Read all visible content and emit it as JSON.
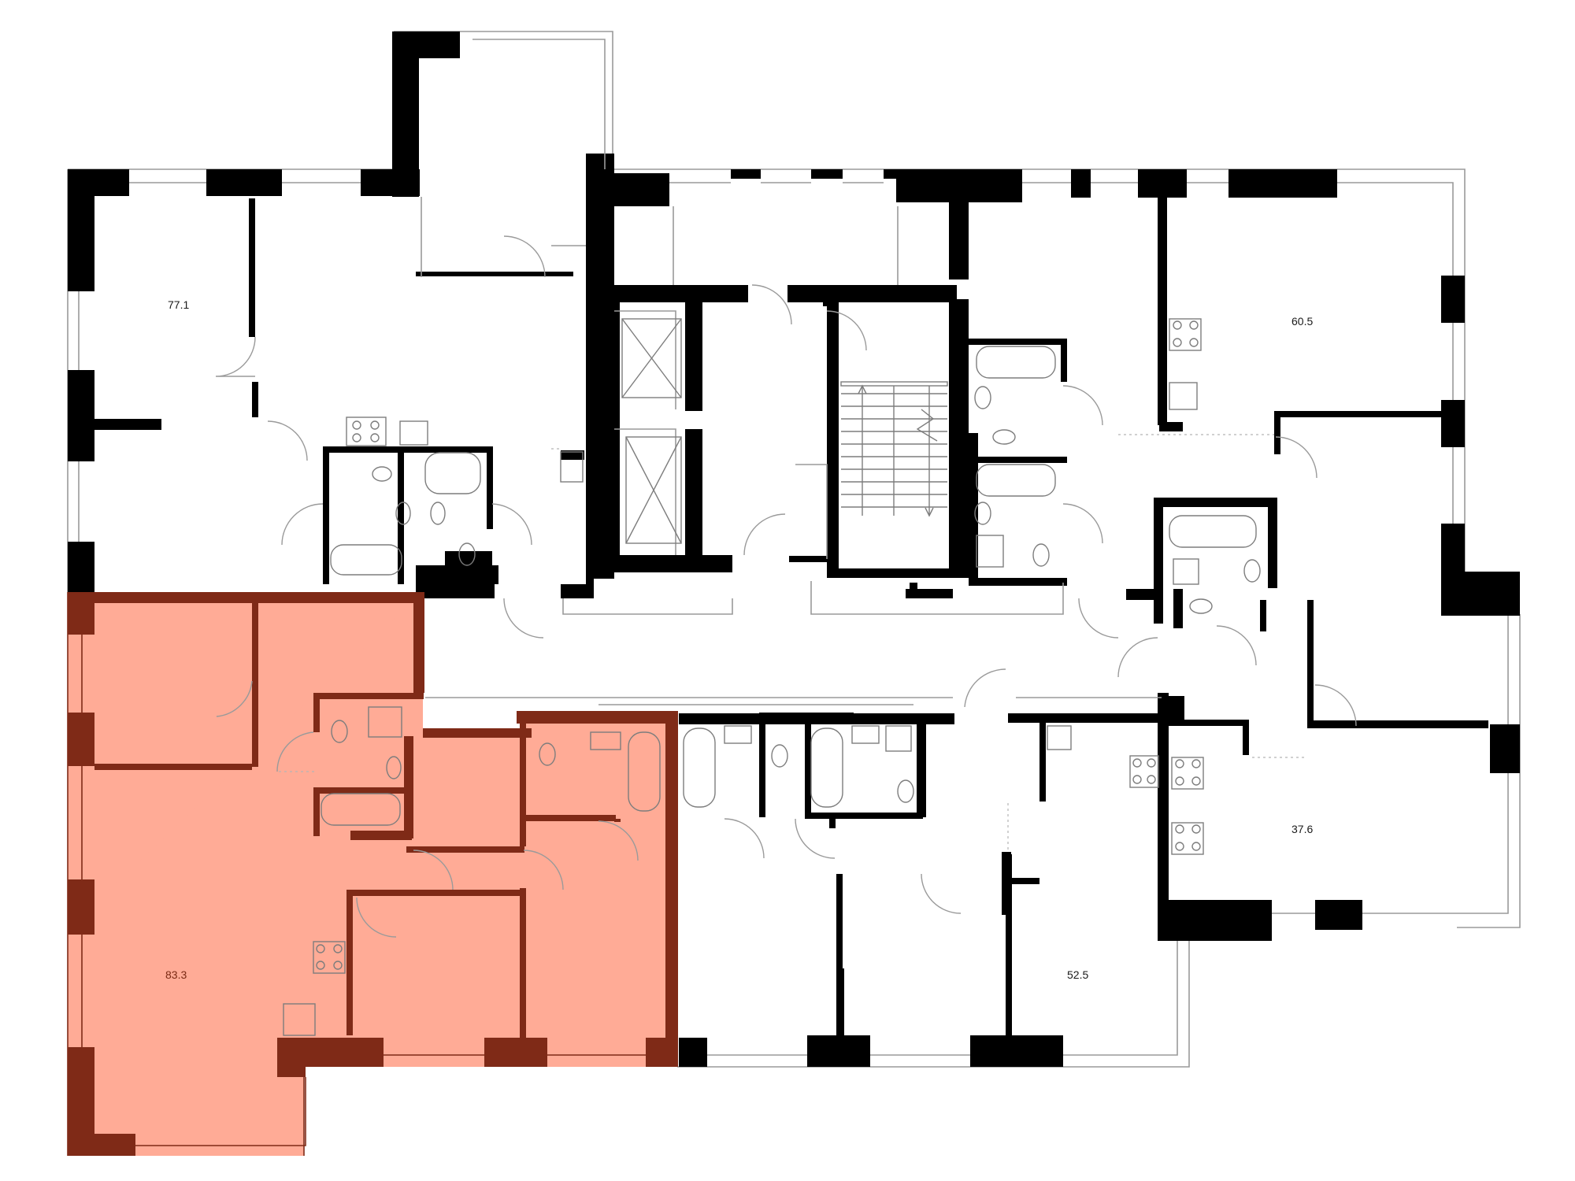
{
  "plan": {
    "highlight_fill": "#ffab96",
    "highlight_wall": "#7f2a17",
    "wall_color": "#000000",
    "units": [
      {
        "id": "unit-77-1",
        "area": "77.1",
        "selected": false
      },
      {
        "id": "unit-60-5",
        "area": "60.5",
        "selected": false
      },
      {
        "id": "unit-37-6",
        "area": "37.6",
        "selected": false
      },
      {
        "id": "unit-52-5",
        "area": "52.5",
        "selected": false
      },
      {
        "id": "unit-83-3",
        "area": "83.3",
        "selected": true
      }
    ]
  }
}
